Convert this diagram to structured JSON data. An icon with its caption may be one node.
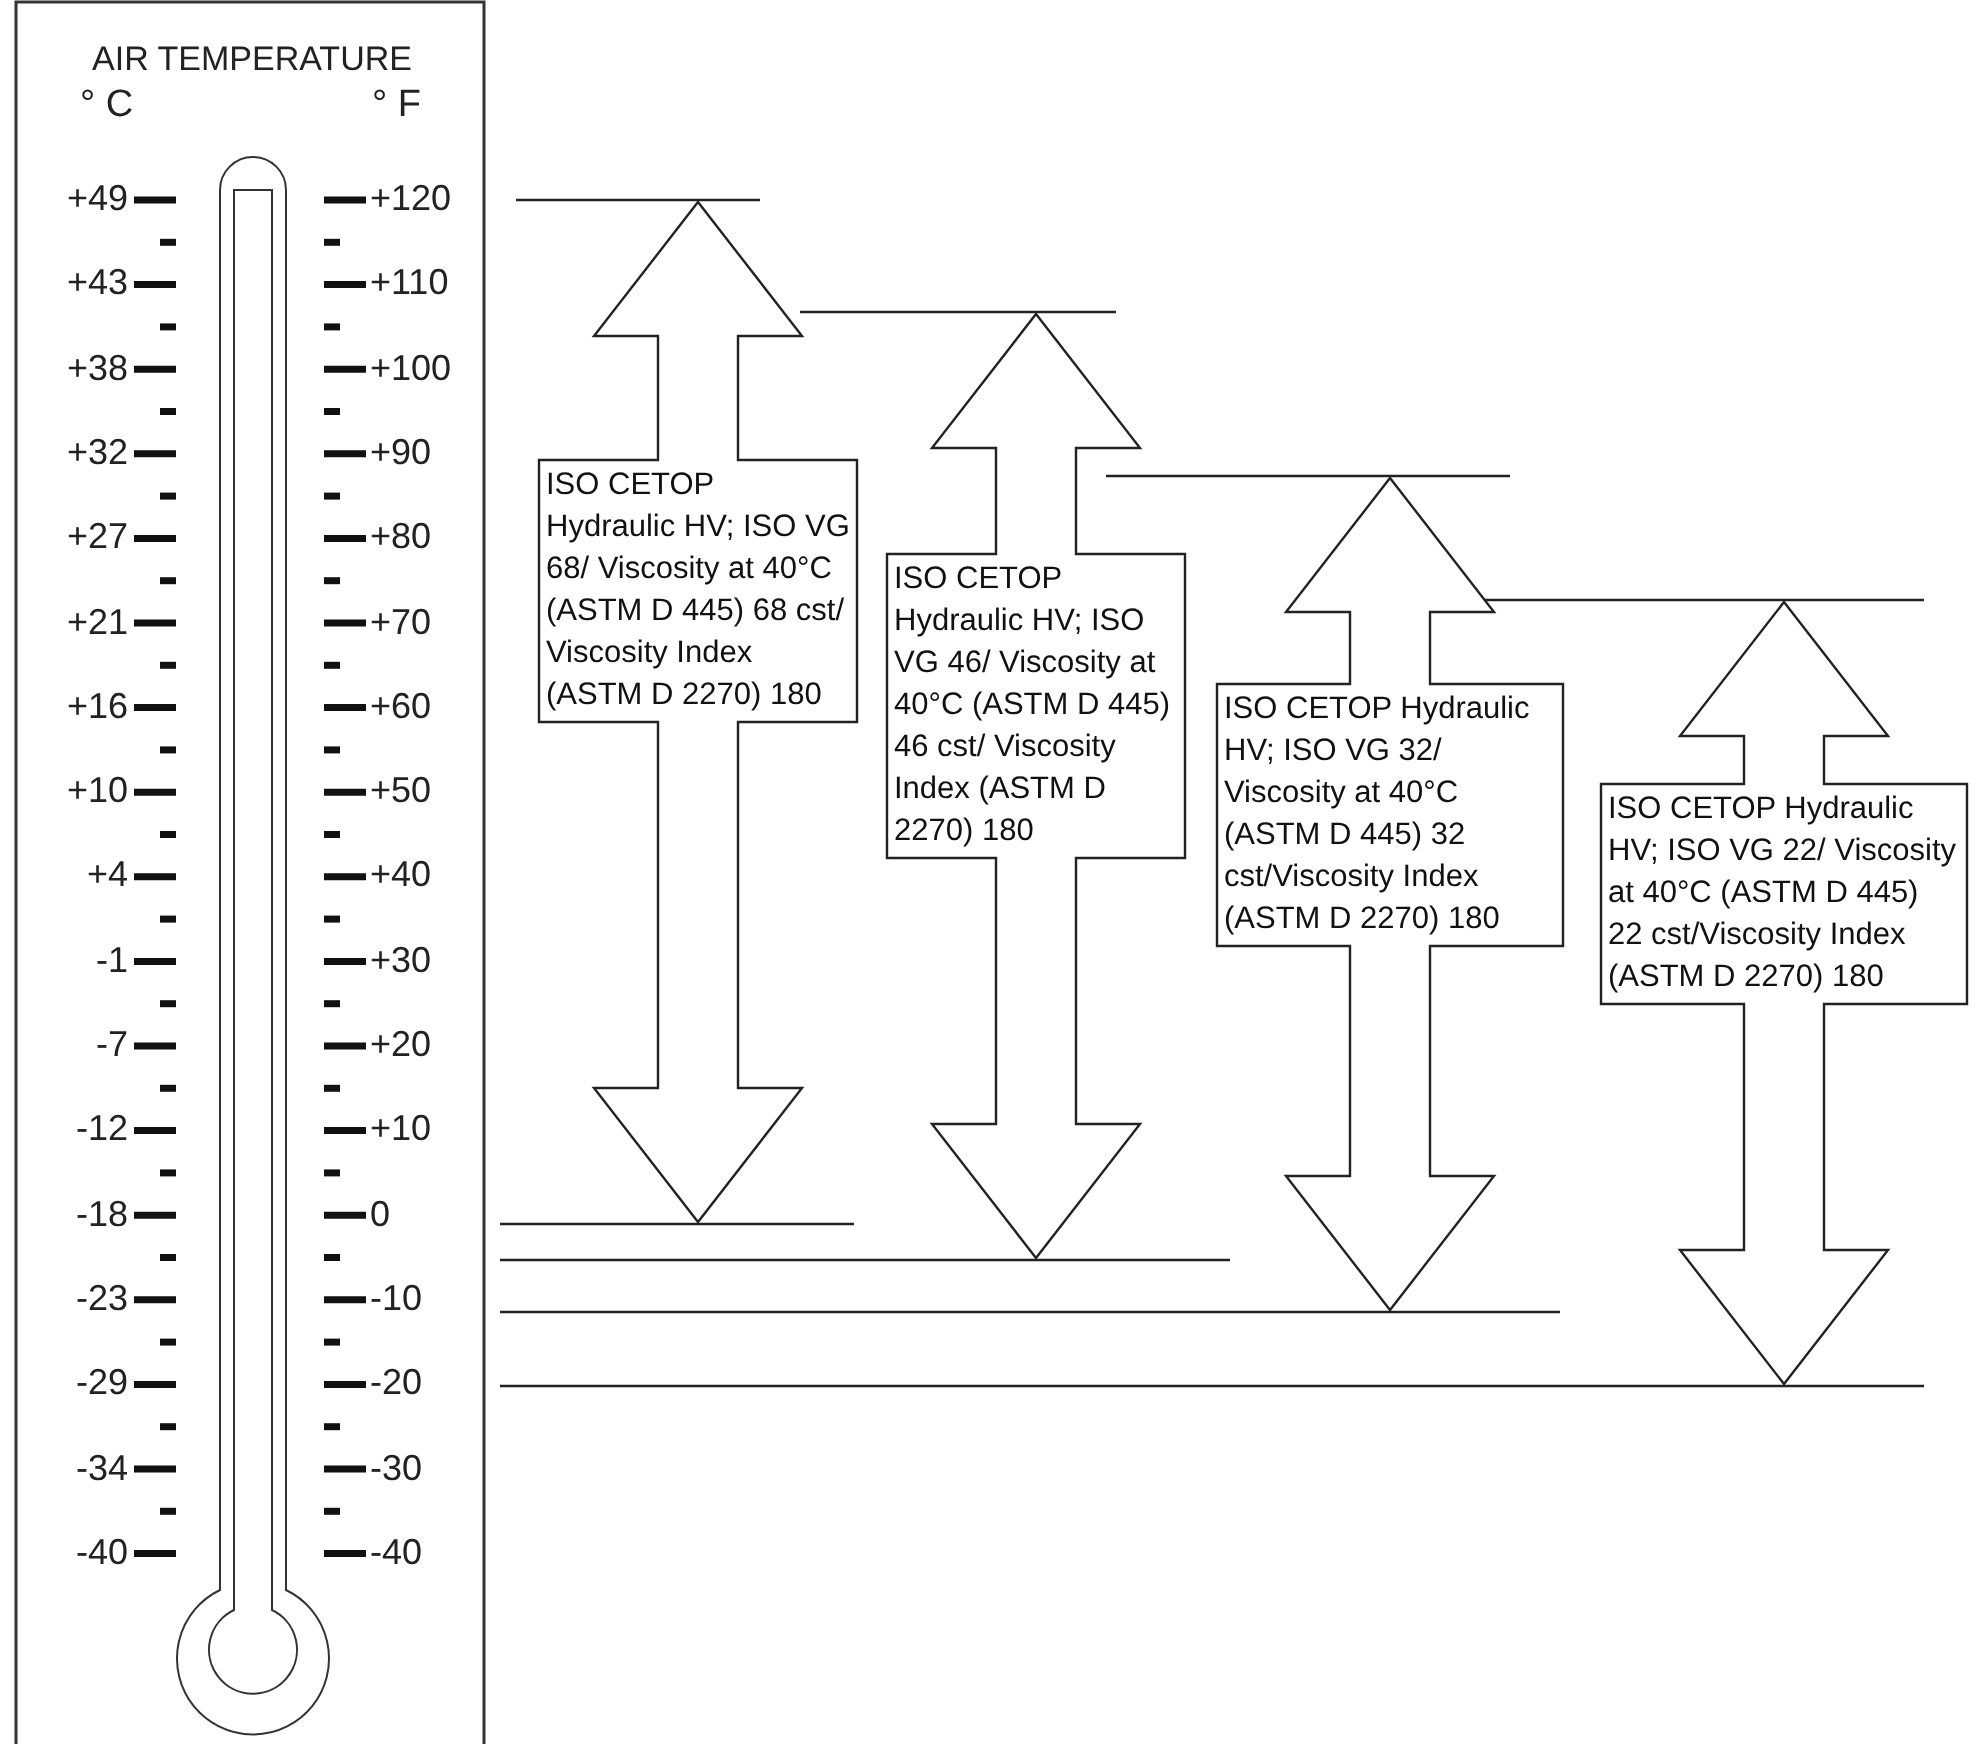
{
  "diagram": {
    "nodes": [
      {
        "text": [
          "ISO CETOP Hydraulic HV; ISO VG 68/ Viscosity at 40°C (ASTM D 445) 68 cst/ Viscosity Index (ASTM D 2270) 180"
        ]
      },
      {
        "text": [
          "ISO CETOP Hydraulic HV; ISO VG 46/ Viscosity at 40°C (ASTM D 445) 46 cst/ Viscosity Index (ASTM D 2270) 180"
        ]
      },
      {
        "text": [
          "ISO CETOP Hydraulic HV; ISO VG 32/ Viscosity at 40°C (ASTM D 445) 32 cst/Viscosity Index (ASTM D 2270) 180"
        ]
      },
      {
        "text": [
          "ISO CETOP Hydraulic HV; ISO VG 22/ Viscosity at 40°C (ASTM D 445) 22 cst/Viscosity Index (ASTM D 2270) 180"
        ]
      }
    ],
    "labels": [
      "AIR TEMPERATURE",
      "° C",
      "° F",
      "+49",
      "+120",
      "+43",
      "+110",
      "+38",
      "+100",
      "+32",
      "+90",
      "+27",
      "+80",
      "+21",
      "+70",
      "+16",
      "+60",
      "+10",
      "+50",
      "+4",
      "+40",
      "-1",
      "+30",
      "-7",
      "+20",
      "-12",
      "+10",
      "-18",
      "0",
      "-23",
      "-10",
      "-29",
      "-20",
      "-34",
      "-30",
      "-40",
      "-40"
    ]
  }
}
